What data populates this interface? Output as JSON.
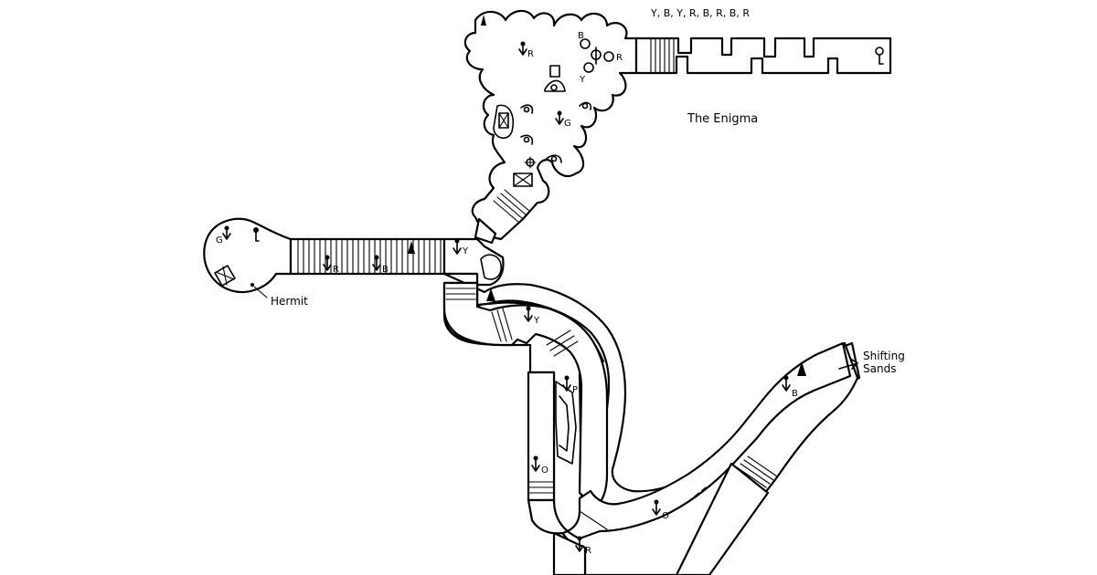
{
  "title": "The Enigma",
  "sequence": "Y, B, Y, R, B, R, B, R",
  "exit_label": "Shifting Sands",
  "exit_label_line1": "Shifting",
  "exit_label_line2": "Sands",
  "hermit_label": "Hermit",
  "colors": {
    "ink": "#000000",
    "paper": "#ffffff"
  },
  "icons": [
    "triangle-marker-icon",
    "key-icon",
    "crate-icon",
    "flower-icon",
    "keyhole-icon",
    "orb-icon",
    "arrow-right-icon"
  ],
  "flowers": {
    "enigma_left": "R",
    "enigma_center": "G",
    "hermit_room": "G",
    "corridor_1": "R",
    "corridor_2": "B",
    "corridor_3": "Y",
    "bend_top": "Y",
    "descent_1": "P",
    "descent_2": "O",
    "lower_1": "O",
    "lower_2": "R",
    "sands": "B"
  },
  "orbs": {
    "top": "B",
    "right": "R",
    "bottom": "Y"
  }
}
